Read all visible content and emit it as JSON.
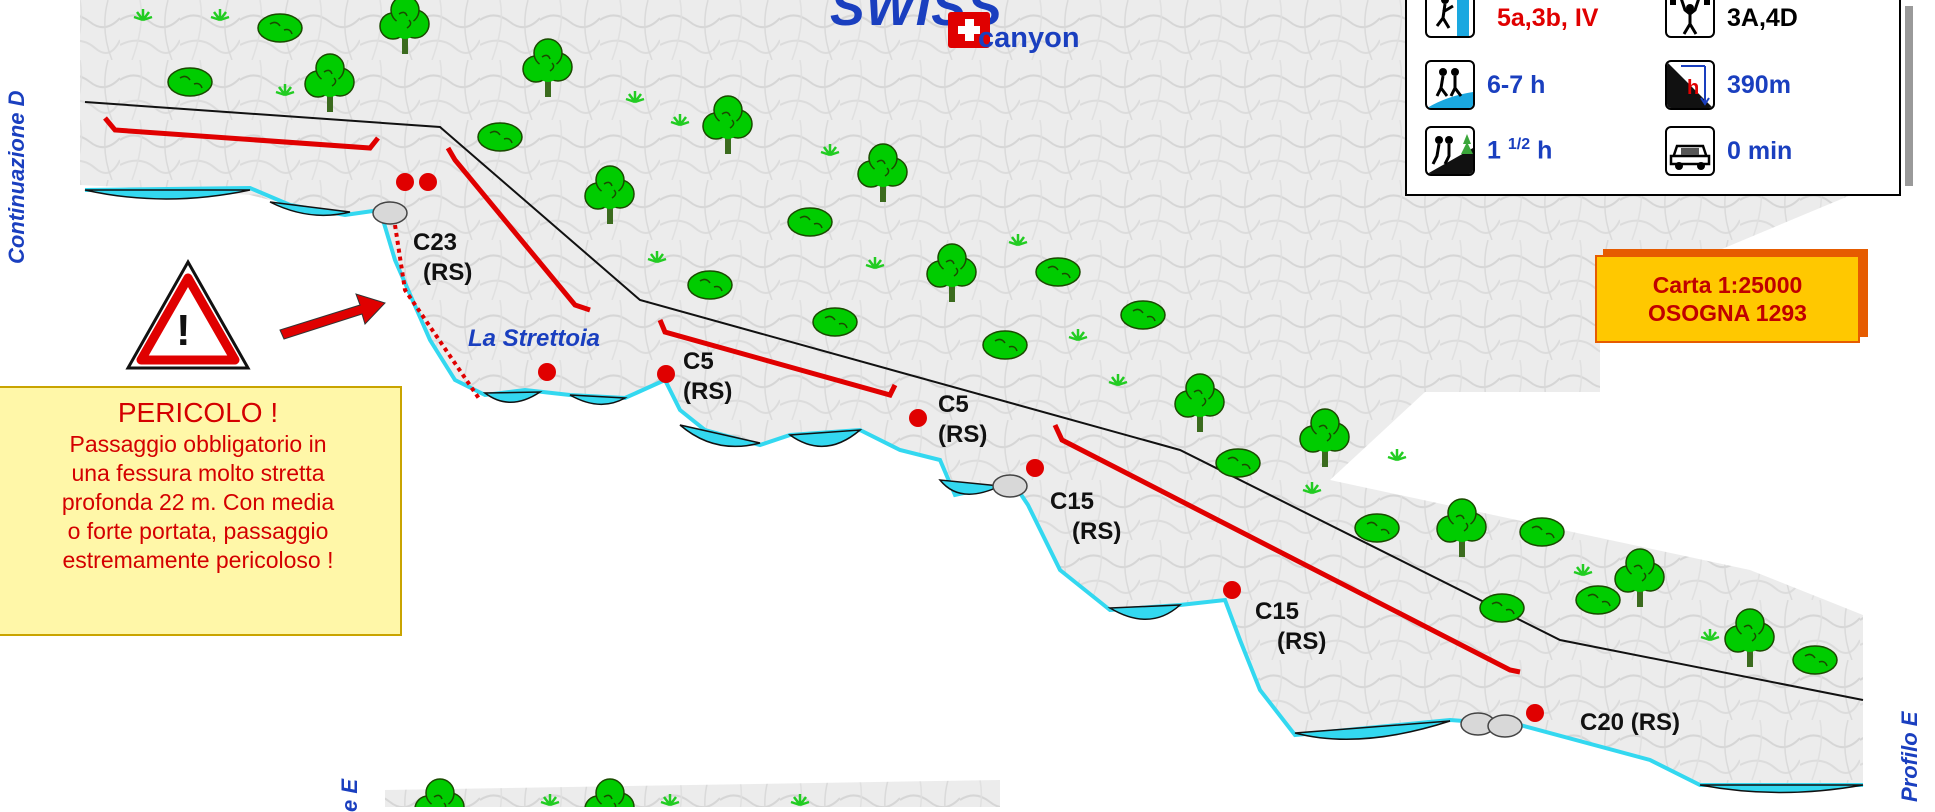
{
  "logo": {
    "swiss": "SWISS",
    "canyon": "canyon"
  },
  "side_labels": {
    "left_top": "Continuazione D",
    "right": "Profilo E",
    "lower_partial": "e E"
  },
  "info_panel": {
    "climbing": "5a,3b, IV",
    "rating": "3A,4D",
    "duration": "6-7 h",
    "height": "390m",
    "height_icon_letter": "h",
    "approach_whole": "1",
    "approach_fraction": "1/2",
    "approach_unit": "h",
    "car": "0 min"
  },
  "map_card": {
    "line1": "Carta 1:25000",
    "line2": "OSOGNA 1293"
  },
  "warning": {
    "symbol": "!",
    "title": "PERICOLO !",
    "lines": [
      "Passaggio obbligatorio in",
      "una fessura molto stretta",
      "profonda 22 m. Con media",
      "o forte portata, passaggio",
      "estremamente pericoloso !"
    ]
  },
  "place_name": "La Strettoia",
  "drops": {
    "c23": {
      "name": "C23",
      "anchor": "(RS)"
    },
    "c5a": {
      "name": "C5",
      "anchor": "(RS)"
    },
    "c5b": {
      "name": "C5",
      "anchor": "(RS)"
    },
    "c15a": {
      "name": "C15",
      "anchor": "(RS)"
    },
    "c15b": {
      "name": "C15",
      "anchor": "(RS)"
    },
    "c20": {
      "label": "C20 (RS)"
    }
  },
  "colors": {
    "water": "#33d8f0",
    "rock": "#e9e9e9",
    "red": "#e00000",
    "tree": "#00d400",
    "label_blue": "#1a3fbf"
  }
}
